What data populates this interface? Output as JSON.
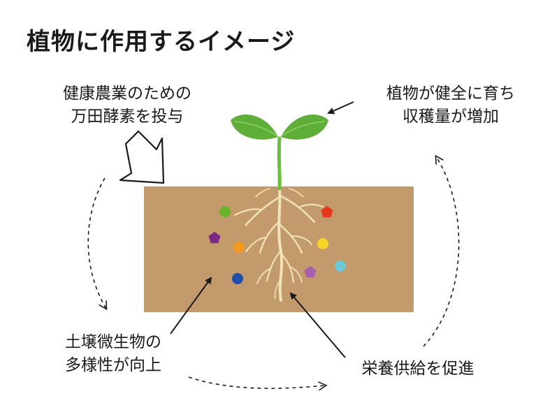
{
  "title": "植物に作用するイメージ",
  "labels": {
    "enzyme": [
      "健康農業のための",
      "万田酵素を投与"
    ],
    "growth": [
      "植物が健全に育ち",
      "収穫量が増加"
    ],
    "microbe": [
      "土壌微生物の",
      "多様性が向上"
    ],
    "nutrient": "栄養供給を促進"
  },
  "colors": {
    "soil": "#c39a6b",
    "leaf": "#5fae3a",
    "stem": "#6cbf3b",
    "root": "#f2e2b8",
    "arrow": "#1a1a1a"
  },
  "microbes": [
    {
      "shape": "circle",
      "color": "#6ab42c"
    },
    {
      "shape": "pentagon",
      "color": "#e8361d"
    },
    {
      "shape": "pentagon",
      "color": "#7b2a86"
    },
    {
      "shape": "pentagon",
      "color": "#f39a1e"
    },
    {
      "shape": "circle",
      "color": "#f5d527"
    },
    {
      "shape": "circle",
      "color": "#6dc8d8"
    },
    {
      "shape": "pentagon",
      "color": "#a75fae"
    },
    {
      "shape": "circle",
      "color": "#1f4fa8"
    }
  ]
}
